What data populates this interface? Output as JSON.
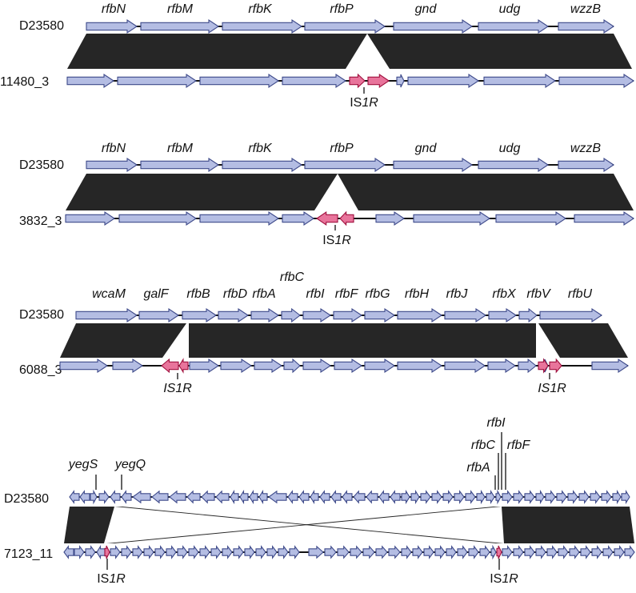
{
  "colors": {
    "gene_fill": "#b4bde3",
    "gene_stroke": "#3e4a8a",
    "is_fill": "#e8749b",
    "is_stroke": "#a0103e",
    "backbone": "#111111",
    "homology": "#262626"
  },
  "panels": [
    {
      "top_strain": "D23580",
      "bottom_strain": "11480_3",
      "top_genes": [
        "rfbN",
        "rfbM",
        "rfbK",
        "rfbP",
        "gnd",
        "udg",
        "wzzB"
      ],
      "is_labels": [
        {
          "prefix": "IS",
          "italic": "1R"
        }
      ]
    },
    {
      "top_strain": "D23580",
      "bottom_strain": "3832_3",
      "top_genes": [
        "rfbN",
        "rfbM",
        "rfbK",
        "rfbP",
        "gnd",
        "udg",
        "wzzB"
      ],
      "is_labels": [
        {
          "prefix": "IS",
          "italic": "1R"
        }
      ]
    },
    {
      "top_strain": "D23580",
      "bottom_strain": "6088_3",
      "top_genes": [
        "wcaM",
        "galF",
        "rfbB",
        "rfbD",
        "rfbA",
        "rfbC",
        "rfbI",
        "rfbF",
        "rfbG",
        "rfbH",
        "rfbJ",
        "rfbX",
        "rfbV",
        "rfbU"
      ],
      "is_labels": [
        {
          "prefix": "",
          "italic": "IS1R"
        },
        {
          "prefix": "",
          "italic": "IS1R"
        }
      ]
    },
    {
      "top_strain": "D23580",
      "bottom_strain": "7123_11",
      "top_genes": [
        "yegS",
        "yegQ",
        "rfbI",
        "rfbC",
        "rfbF",
        "rfbA"
      ],
      "is_labels": [
        {
          "prefix": "IS",
          "italic": "1R"
        },
        {
          "prefix": "IS",
          "italic": "1R"
        }
      ]
    }
  ]
}
